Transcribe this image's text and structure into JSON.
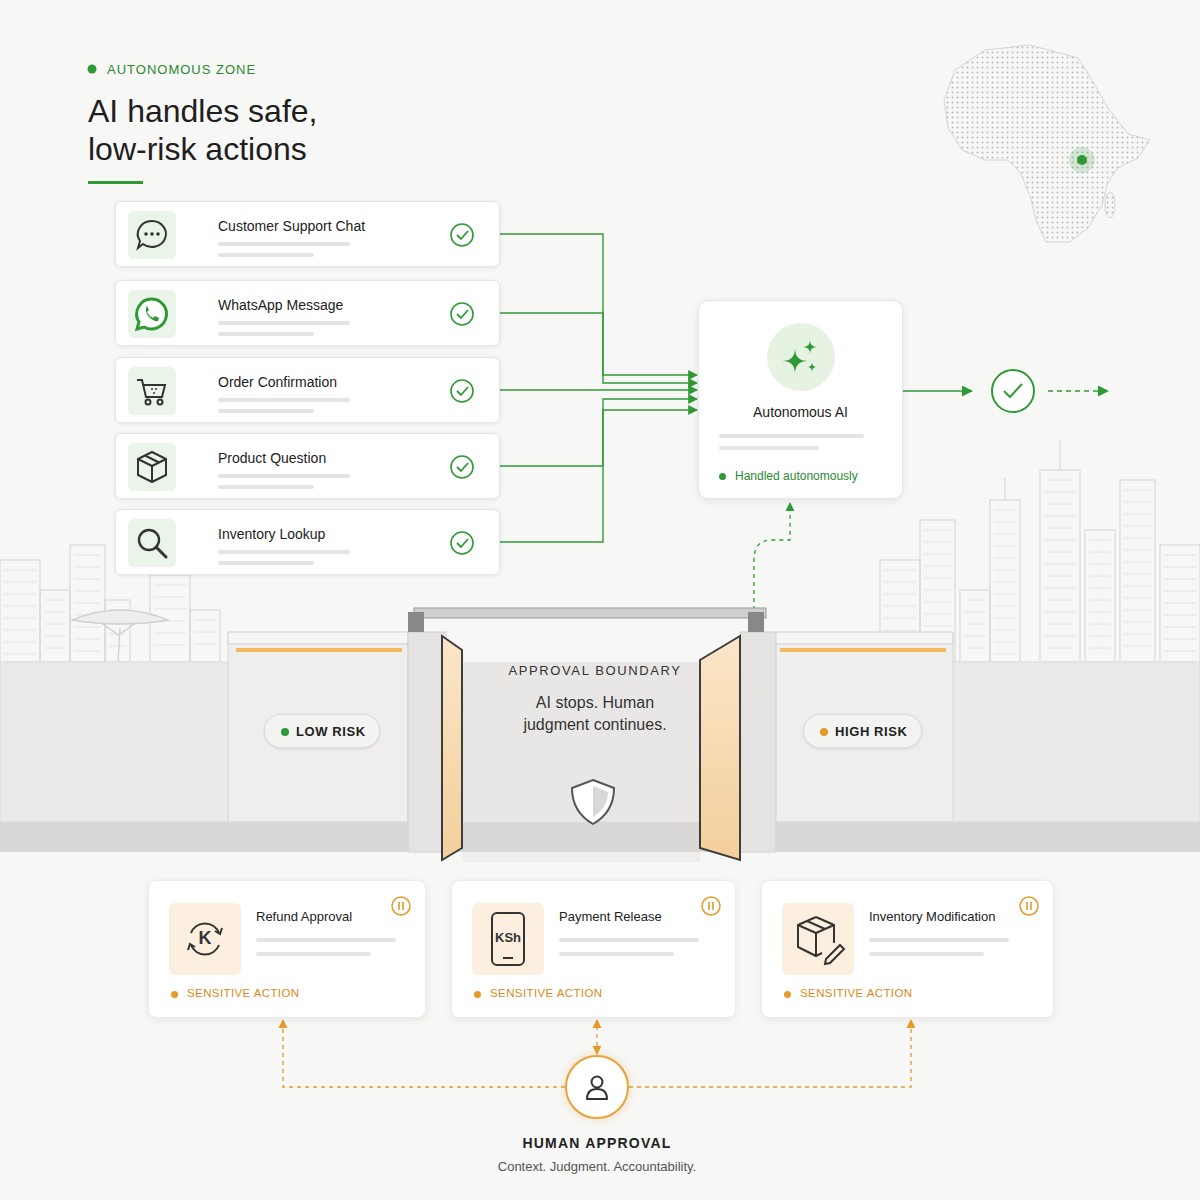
{
  "diagram": {
    "title": "AI handles safe, low-risk actions",
    "nodes": [
      {
        "text": [
          "Customer Support Chat"
        ]
      },
      {
        "text": [
          "WhatsApp Message"
        ]
      },
      {
        "text": [
          "Order Confirmation"
        ]
      },
      {
        "text": [
          "Product Question"
        ]
      },
      {
        "text": [
          "Inventory Lookup"
        ]
      },
      {
        "text": [
          "Autonomous AI",
          "Handled autonomously"
        ]
      },
      {
        "text": [
          "LOW RISK"
        ]
      },
      {
        "text": [
          "HIGH RISK"
        ]
      },
      {
        "text": [
          "Refund Approval",
          "SENSITIVE ACTION"
        ]
      },
      {
        "text": [
          "Payment Release",
          "SENSITIVE ACTION"
        ]
      },
      {
        "text": [
          "Inventory Modification",
          "SENSITIVE ACTION"
        ]
      },
      {
        "text": [
          "HUMAN APPROVAL",
          "Context. Judgment. Accountability."
        ]
      }
    ],
    "edges": [
      {
        "from": 0,
        "to": 5,
        "arrow": "to"
      },
      {
        "from": 1,
        "to": 5,
        "arrow": "to"
      },
      {
        "from": 2,
        "to": 5,
        "arrow": "to"
      },
      {
        "from": 3,
        "to": 5,
        "arrow": "to"
      },
      {
        "from": 4,
        "to": 5,
        "arrow": "to"
      },
      {
        "from": 11,
        "to": 8,
        "arrow": "to"
      },
      {
        "from": 11,
        "to": 9,
        "arrow": "both"
      },
      {
        "from": 11,
        "to": 10,
        "arrow": "to"
      }
    ],
    "labels": [
      "AUTONOMOUS ZONE",
      "APPROVAL BOUNDARY",
      "AI stops. Human judgment continues.",
      "K",
      "KSh"
    ]
  }
}
